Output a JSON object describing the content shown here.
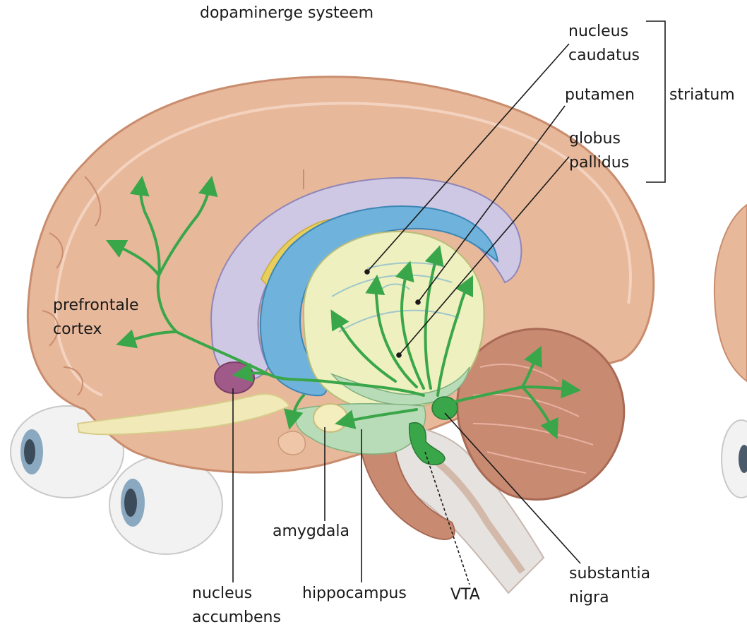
{
  "title": "dopaminerge systeem",
  "labels": {
    "nucleus_caudatus": [
      "nucleus",
      "caudatus"
    ],
    "putamen": "putamen",
    "globus_pallidus": [
      "globus",
      "pallidus"
    ],
    "striatum": "striatum",
    "prefrontale_cortex": [
      "prefrontale",
      "cortex"
    ],
    "amygdala": "amygdala",
    "nucleus_accumbens": [
      "nucleus",
      "accumbens"
    ],
    "hippocampus": "hippocampus",
    "vta": "VTA",
    "substantia_nigra": [
      "substantia",
      "nigra"
    ]
  },
  "colors": {
    "cortex": "#e8b89a",
    "cortex_outline": "#c98d6e",
    "corpus_callosum": "#cfc8e4",
    "lateral_ventricle": "#6fb3dc",
    "striatum": "#eef0bf",
    "thalamus_green": "#b9dcb8",
    "pathway": "#3aa64a",
    "cerebellum": "#c98a72",
    "brainstem": "#e6e2e0",
    "accumbens": "#a05a8a",
    "amygdala": "#f4edbe",
    "eye": "#f2f2f2",
    "leader_line": "#1a1a1a"
  }
}
